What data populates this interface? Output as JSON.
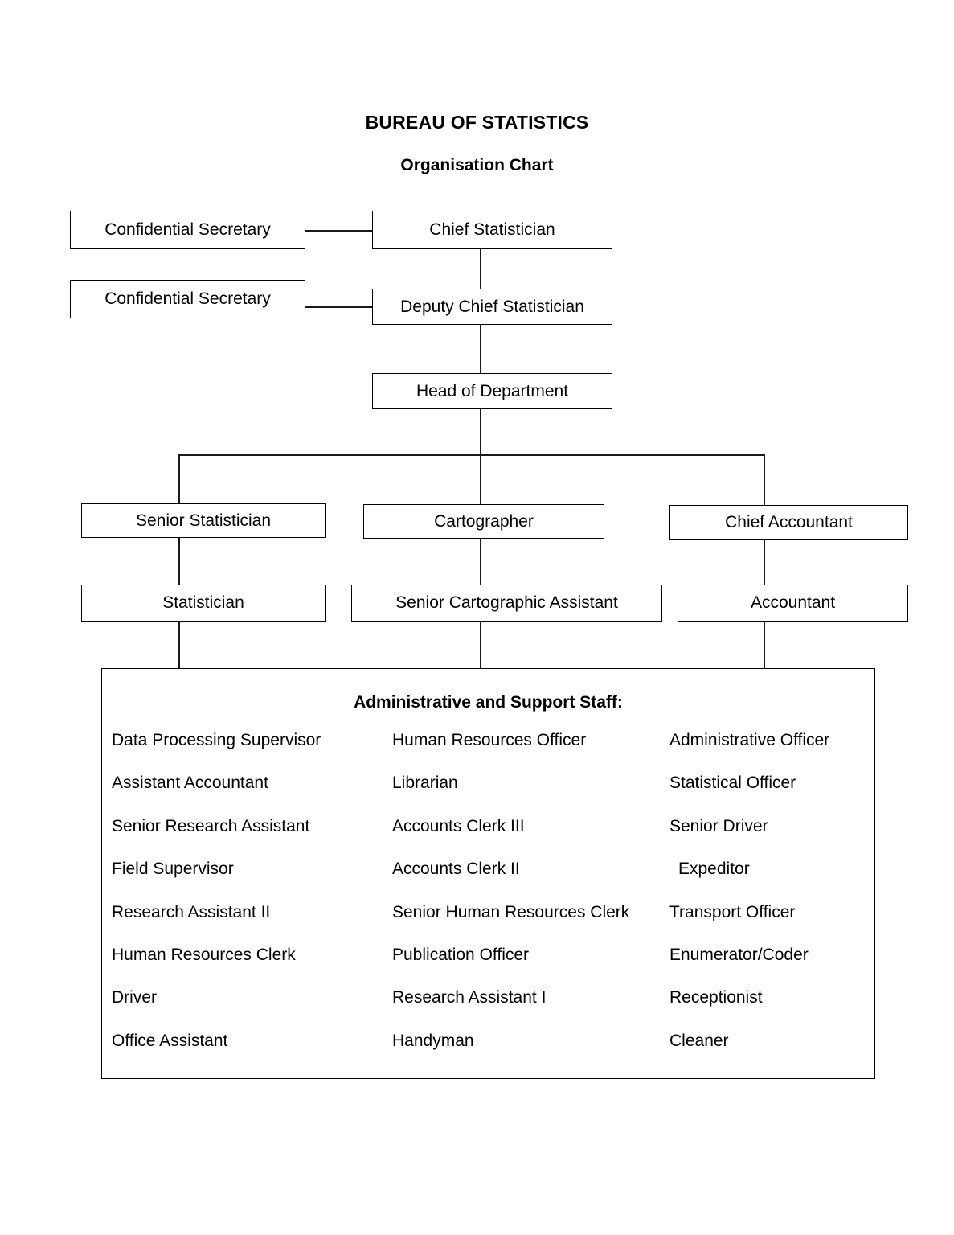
{
  "titles": {
    "main": "BUREAU OF STATISTICS",
    "sub": "Organisation Chart"
  },
  "colors": {
    "background": "#ffffff",
    "text": "#000000",
    "box_border": "#000000",
    "connector": "#1a1a1a"
  },
  "chart_data": {
    "type": "diagram",
    "title": "BUREAU OF STATISTICS",
    "subtitle": "Organisation Chart",
    "nodes": [
      {
        "id": "confidential-secretary-1",
        "label": "Confidential Secretary",
        "level": 1
      },
      {
        "id": "chief-statistician",
        "label": "Chief Statistician",
        "level": 1
      },
      {
        "id": "confidential-secretary-2",
        "label": "Confidential Secretary",
        "level": 2
      },
      {
        "id": "deputy-chief-statistician",
        "label": "Deputy Chief Statistician",
        "level": 2
      },
      {
        "id": "head-of-department",
        "label": "Head of Department",
        "level": 3
      },
      {
        "id": "senior-statistician",
        "label": "Senior Statistician",
        "level": 4
      },
      {
        "id": "cartographer",
        "label": "Cartographer",
        "level": 4
      },
      {
        "id": "chief-accountant",
        "label": "Chief Accountant",
        "level": 4
      },
      {
        "id": "statistician",
        "label": "Statistician",
        "level": 5
      },
      {
        "id": "senior-cartographic-assistant",
        "label": "Senior Cartographic Assistant",
        "level": 5
      },
      {
        "id": "accountant",
        "label": "Accountant",
        "level": 5
      },
      {
        "id": "administrative-and-support-staff",
        "label": "Administrative and Support Staff:",
        "level": 6
      }
    ],
    "edges": [
      {
        "from": "confidential-secretary-1",
        "to": "chief-statistician",
        "style": "horizontal"
      },
      {
        "from": "chief-statistician",
        "to": "deputy-chief-statistician",
        "style": "vertical"
      },
      {
        "from": "confidential-secretary-2",
        "to": "deputy-chief-statistician",
        "style": "horizontal"
      },
      {
        "from": "deputy-chief-statistician",
        "to": "head-of-department",
        "style": "vertical"
      },
      {
        "from": "head-of-department",
        "to": "senior-statistician",
        "style": "elbow"
      },
      {
        "from": "head-of-department",
        "to": "cartographer",
        "style": "vertical"
      },
      {
        "from": "head-of-department",
        "to": "chief-accountant",
        "style": "elbow"
      },
      {
        "from": "senior-statistician",
        "to": "statistician",
        "style": "vertical"
      },
      {
        "from": "cartographer",
        "to": "senior-cartographic-assistant",
        "style": "vertical"
      },
      {
        "from": "chief-accountant",
        "to": "accountant",
        "style": "vertical"
      },
      {
        "from": "statistician",
        "to": "administrative-and-support-staff",
        "style": "vertical"
      },
      {
        "from": "senior-cartographic-assistant",
        "to": "administrative-and-support-staff",
        "style": "vertical"
      },
      {
        "from": "accountant",
        "to": "administrative-and-support-staff",
        "style": "vertical"
      }
    ]
  },
  "boxes": {
    "confidential_secretary_1": "Confidential Secretary",
    "chief_statistician": "Chief Statistician",
    "confidential_secretary_2": "Confidential Secretary",
    "deputy_chief_statistician": "Deputy Chief Statistician",
    "head_of_department": "Head of Department",
    "senior_statistician": "Senior Statistician",
    "cartographer": "Cartographer",
    "chief_accountant": "Chief Accountant",
    "statistician": "Statistician",
    "senior_cartographic_assistant": "Senior Cartographic Assistant",
    "accountant": "Accountant"
  },
  "support_staff": {
    "heading": "Administrative and Support Staff:",
    "rows": [
      [
        "Data Processing Supervisor",
        "Human Resources Officer",
        "Administrative Officer"
      ],
      [
        "Assistant Accountant",
        "Librarian",
        "Statistical Officer"
      ],
      [
        "Senior Research Assistant",
        "Accounts Clerk III",
        "Senior Driver"
      ],
      [
        "Field Supervisor",
        "Accounts Clerk II",
        "Expeditor"
      ],
      [
        "Research Assistant II",
        "Senior Human Resources Clerk",
        "Transport Officer"
      ],
      [
        "Human Resources Clerk",
        "Publication Officer",
        "Enumerator/Coder"
      ],
      [
        "Driver",
        "Research Assistant I",
        "Receptionist"
      ],
      [
        "Office Assistant",
        "Handyman",
        "Cleaner"
      ]
    ]
  }
}
